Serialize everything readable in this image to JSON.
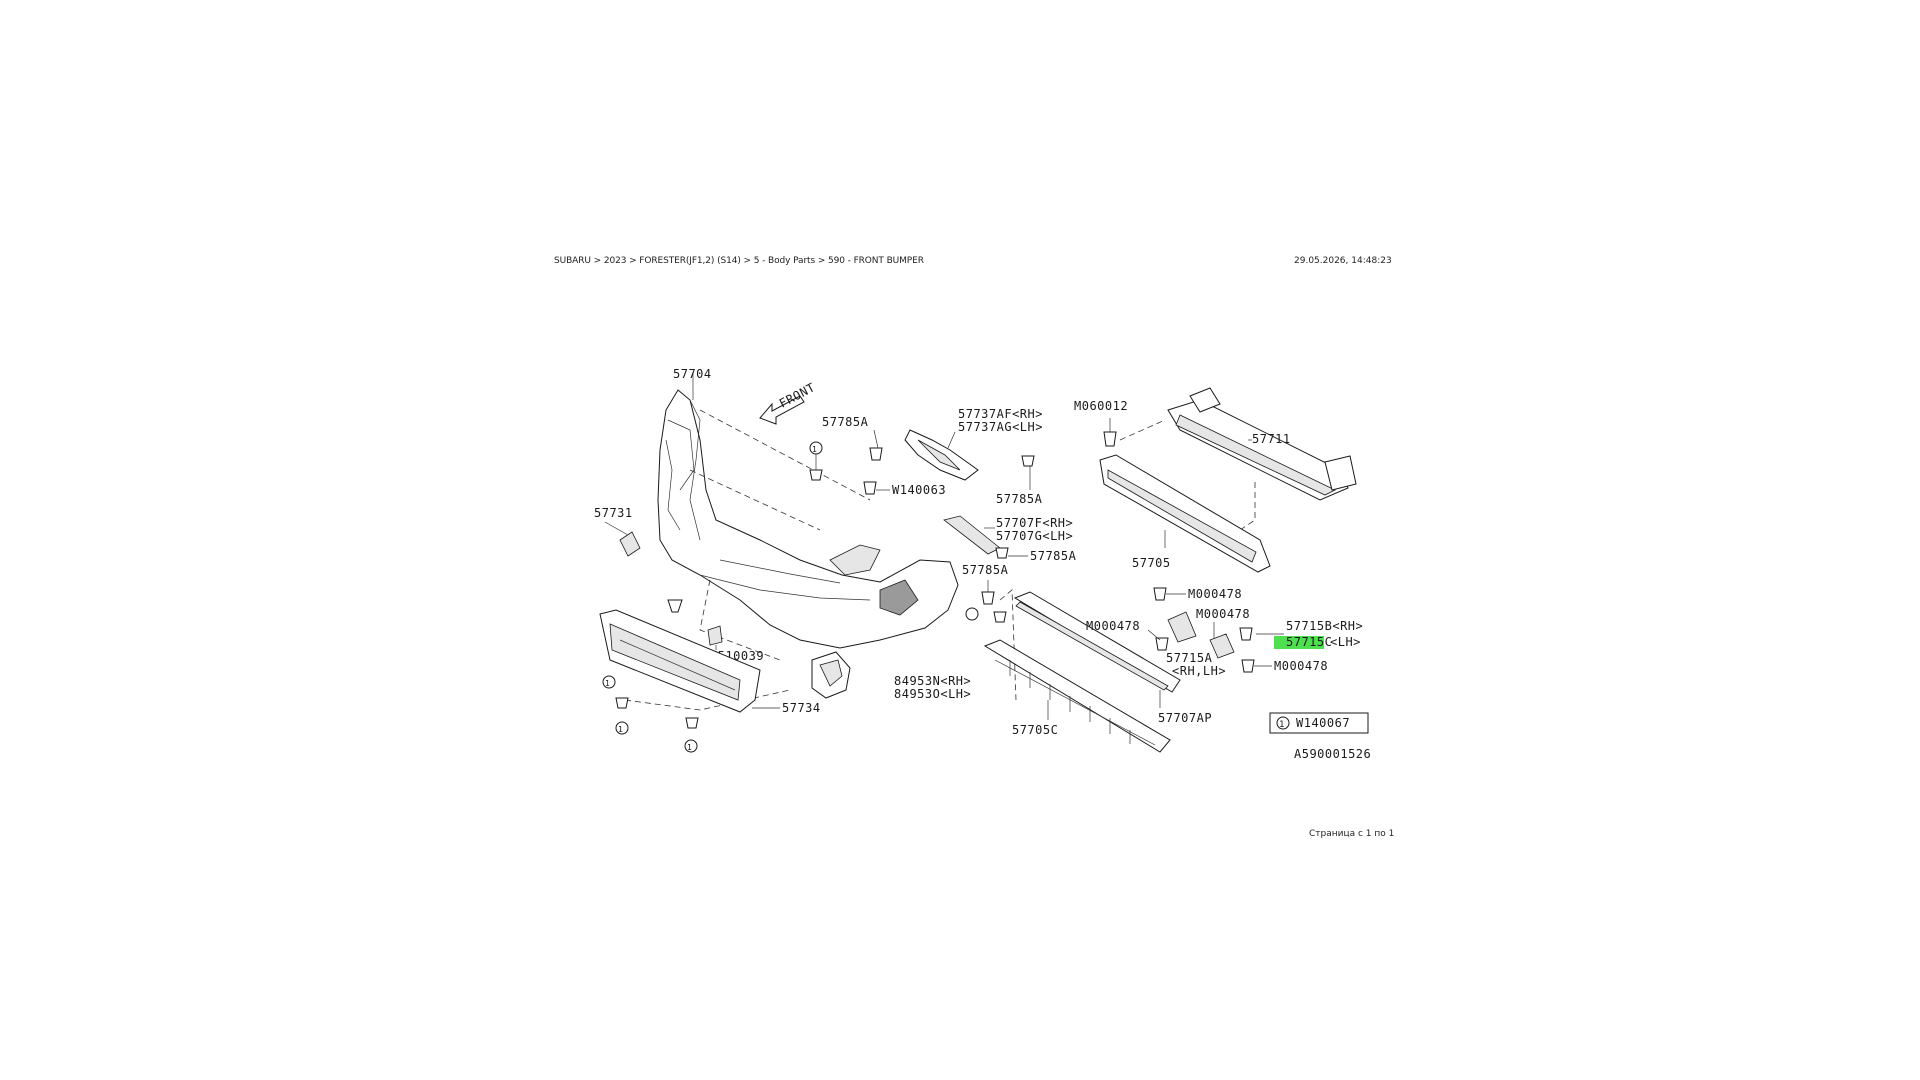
{
  "header": {
    "breadcrumb": "SUBARU > 2023 > FORESTER(JF1,2) (S14) > 5 - Body Parts > 590 - FRONT BUMPER",
    "timestamp": "29.05.2026, 14:48:23"
  },
  "footer": {
    "pager": "Страница с 1 по 1"
  },
  "diagram": {
    "front_label": "FRONT",
    "labels": {
      "p57704": "57704",
      "p57785a_1": "57785A",
      "p57737af": "57737AF<RH>",
      "p57737ag": "57737AG<LH>",
      "pm060012": "M060012",
      "p57711": "57711",
      "pw140063": "W140063",
      "p57785a_2": "57785A",
      "p57731": "57731",
      "p57707f": "57707F<RH>",
      "p57707g": "57707G<LH>",
      "p57785a_3": "57785A",
      "p57705": "57705",
      "p57785a_4": "57785A",
      "pm000478_1": "M000478",
      "pm000478_2": "M000478",
      "pm000478_3": "M000478",
      "p57715b": "57715B<RH>",
      "p57715c_code": "57715C",
      "p57715c_side": "<LH>",
      "pm000478_4": "M000478",
      "p57715a": "57715A",
      "p57715a_side": "<RH,LH>",
      "pn510039": "N510039",
      "p84953n": "84953N<RH>",
      "p84953o": "84953O<LH>",
      "p57707ap": "57707AP",
      "p57734": "57734",
      "p57705c": "57705C",
      "callout_num": "1",
      "callout_code": "W140067",
      "ref_code": "A590001526"
    },
    "highlight_color": "#4fe04f"
  }
}
